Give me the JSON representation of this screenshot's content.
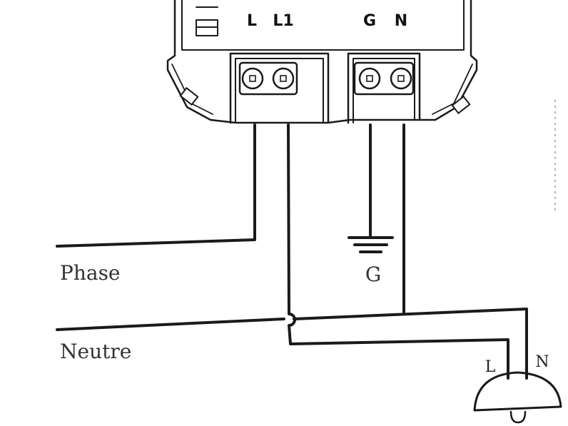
{
  "module": {
    "terminals": [
      "L",
      "L1",
      "G",
      "N"
    ]
  },
  "wires": {
    "phase": "Phase",
    "neutral": "Neutre"
  },
  "ground": {
    "label": "G"
  },
  "lamp": {
    "left": "L",
    "right": "N"
  }
}
